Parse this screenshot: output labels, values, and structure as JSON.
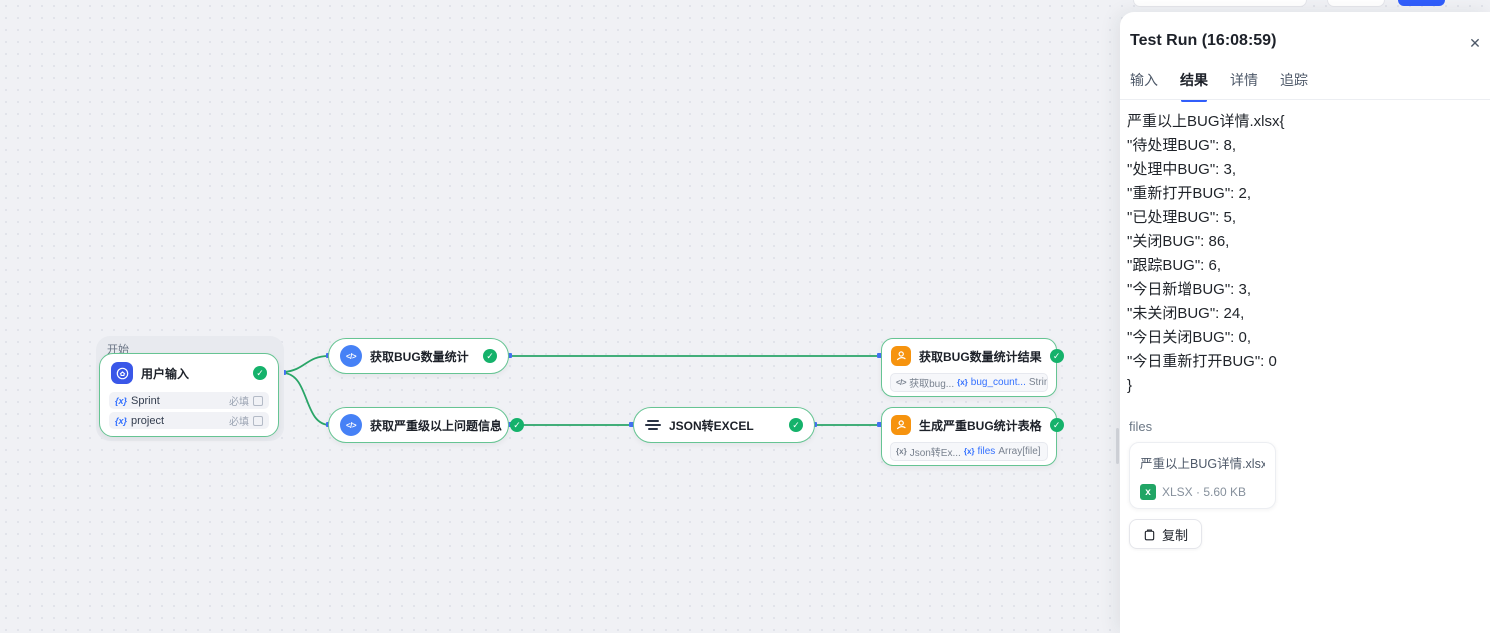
{
  "icons": {
    "check": "✓",
    "close": "✕",
    "code": "</>",
    "var": "{x}"
  },
  "canvas": {
    "start_group_label": "开始",
    "colors": {
      "edge": "#2aa568",
      "node_border": "#66c493",
      "success_badge": "#15b26b",
      "accent_blue": "#3370ff"
    },
    "nodes": {
      "user_input": {
        "title": "用户输入",
        "fields": [
          {
            "var_icon": "{x}",
            "name": "Sprint",
            "badge": "必填"
          },
          {
            "var_icon": "{x}",
            "name": "project",
            "badge": "必填"
          }
        ]
      },
      "get_bug_count": {
        "title": "获取BUG数量统计"
      },
      "get_severe_issues": {
        "title": "获取严重级以上问题信息"
      },
      "json_to_excel": {
        "title": "JSON转EXCEL"
      },
      "bug_count_result": {
        "title": "获取BUG数量统计结果",
        "ref_source": "获取bug...",
        "ref_var": "bug_count...",
        "ref_type": "String"
      },
      "severe_bug_table": {
        "title": "生成严重BUG统计表格",
        "ref_source": "Json转Ex...",
        "ref_var": "files",
        "ref_type": "Array[file]"
      }
    }
  },
  "panel": {
    "title": "Test Run (16:08:59)",
    "tabs": [
      {
        "label": "输入"
      },
      {
        "label": "结果"
      },
      {
        "label": "详情"
      },
      {
        "label": "追踪"
      }
    ],
    "active_tab": "结果",
    "result_lines": [
      "严重以上BUG详情.xlsx{",
      "\"待处理BUG\": 8,",
      "\"处理中BUG\": 3,",
      "\"重新打开BUG\": 2,",
      "\"已处理BUG\": 5,",
      "\"关闭BUG\": 86,",
      "\"跟踪BUG\": 6,",
      "\"今日新增BUG\": 3,",
      "\"未关闭BUG\": 24,",
      "\"今日关闭BUG\": 0,",
      "\"今日重新打开BUG\": 0",
      "}"
    ],
    "files_label": "files",
    "file_card": {
      "name": "严重以上BUG详情.xlsx",
      "badge_letter": "x",
      "meta": "XLSX · 5.60 KB"
    },
    "copy_button_label": "复制"
  }
}
